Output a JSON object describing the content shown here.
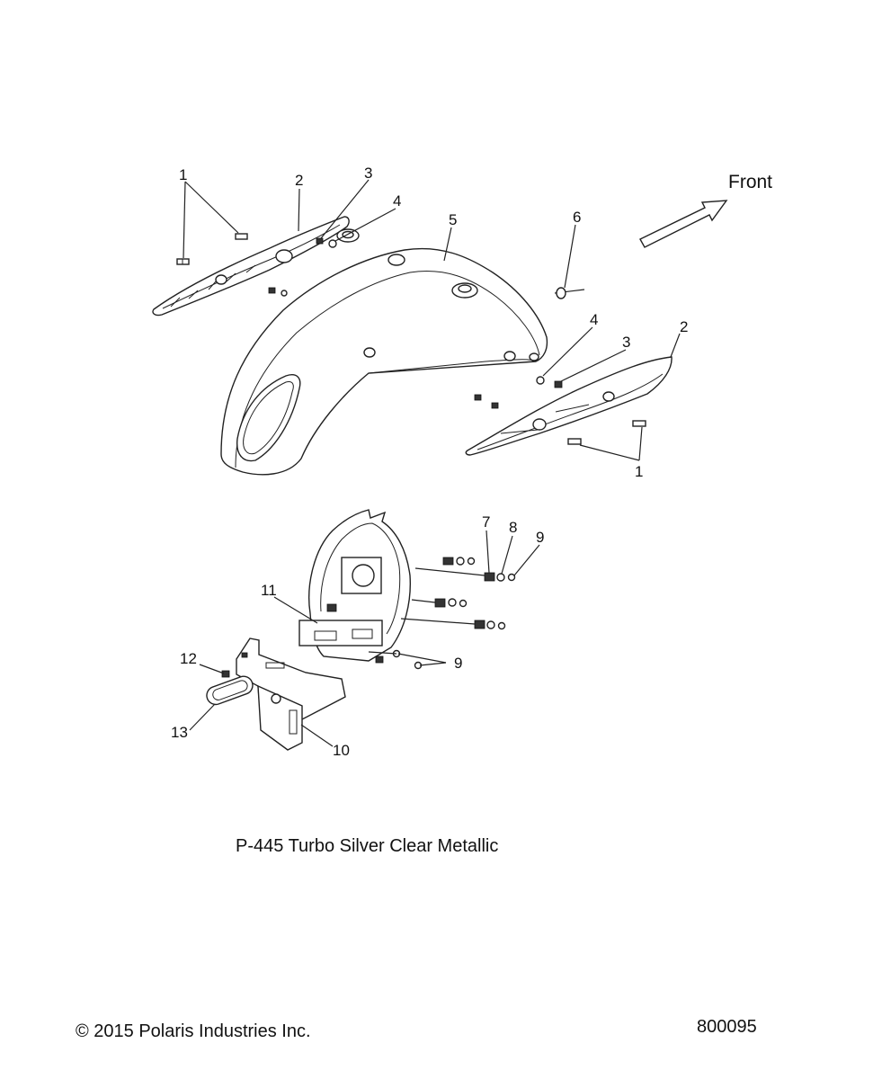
{
  "diagram": {
    "direction_label": "Front",
    "caption": "P-445  Turbo Silver Clear Metallic",
    "copyright": "© 2015 Polaris Industries Inc.",
    "diagram_number": "800095",
    "callouts": [
      {
        "id": "c1a",
        "label": "1"
      },
      {
        "id": "c2a",
        "label": "2"
      },
      {
        "id": "c3a",
        "label": "3"
      },
      {
        "id": "c4a",
        "label": "4"
      },
      {
        "id": "c5",
        "label": "5"
      },
      {
        "id": "c6",
        "label": "6"
      },
      {
        "id": "c4b",
        "label": "4"
      },
      {
        "id": "c3b",
        "label": "3"
      },
      {
        "id": "c2b",
        "label": "2"
      },
      {
        "id": "c1b",
        "label": "1"
      },
      {
        "id": "c7",
        "label": "7"
      },
      {
        "id": "c8",
        "label": "8"
      },
      {
        "id": "c9a",
        "label": "9"
      },
      {
        "id": "c11",
        "label": "11"
      },
      {
        "id": "c9b",
        "label": "9"
      },
      {
        "id": "c12",
        "label": "12"
      },
      {
        "id": "c13",
        "label": "13"
      },
      {
        "id": "c10",
        "label": "10"
      }
    ]
  }
}
